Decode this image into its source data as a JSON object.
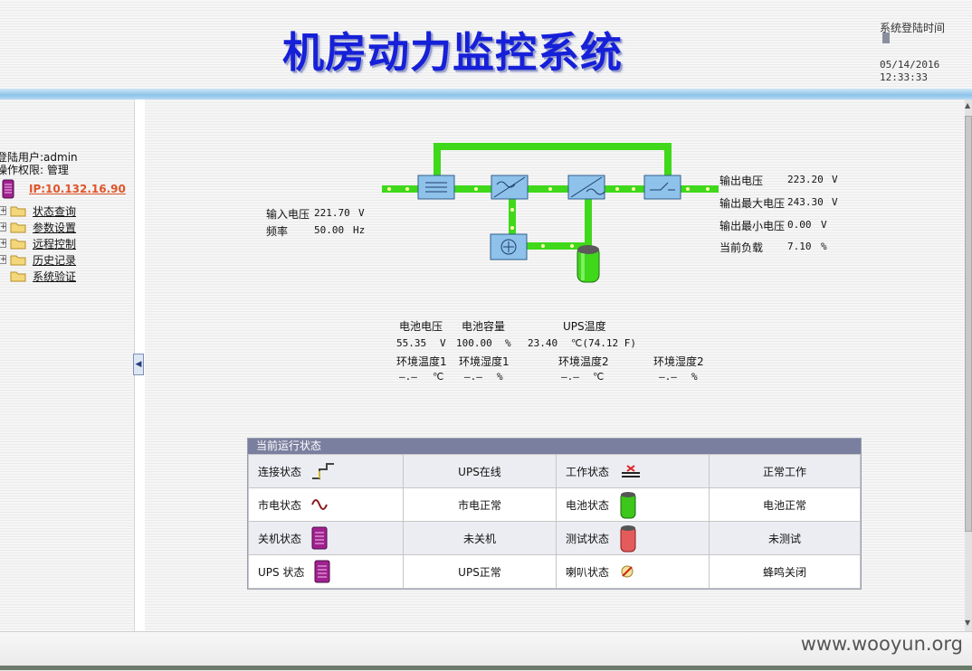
{
  "header": {
    "title": "机房动力监控系统",
    "login_time_label": "系统登陆时间",
    "date": "05/14/2016",
    "time": "12:33:33"
  },
  "sidebar": {
    "user_line": "登陆用户:admin",
    "perm_line": "操作权限: 管理",
    "ip": "IP:10.132.16.90",
    "tree": [
      {
        "label": "状态查询"
      },
      {
        "label": "参数设置"
      },
      {
        "label": "远程控制"
      },
      {
        "label": "历史记录"
      },
      {
        "label": "系统验证"
      }
    ]
  },
  "input": {
    "voltage_label": "输入电压",
    "voltage_value": "221.70",
    "voltage_unit": "V",
    "freq_label": "频率",
    "freq_value": "50.00",
    "freq_unit": "Hz"
  },
  "output": {
    "voltage_label": "输出电压",
    "voltage_value": "223.20",
    "voltage_unit": "V",
    "max_label": "输出最大电压",
    "max_value": "243.30",
    "max_unit": "V",
    "min_label": "输出最小电压",
    "min_value": "0.00",
    "min_unit": "V",
    "load_label": "当前负载",
    "load_value": "7.10",
    "load_unit": "%"
  },
  "battery": {
    "voltage_label": "电池电压",
    "capacity_label": "电池容量",
    "ups_temp_label": "UPS温度",
    "voltage_value": "55.35",
    "voltage_unit": "V",
    "capacity_value": "100.00",
    "capacity_unit": "%",
    "temp_value": "23.40",
    "temp_unit": "℃(74.12  F)"
  },
  "env": {
    "temp1_label": "环境温度1",
    "hum1_label": "环境湿度1",
    "temp2_label": "环境温度2",
    "hum2_label": "环境湿度2",
    "temp1_value": "—.—",
    "temp1_unit": "℃",
    "hum1_value": "—.—",
    "hum1_unit": "%",
    "temp2_value": "—.—",
    "temp2_unit": "℃",
    "hum2_value": "—.—",
    "hum2_unit": "%"
  },
  "status": {
    "title": "当前运行状态",
    "rows": [
      {
        "l_label": "连接状态",
        "l_value": "UPS在线",
        "r_label": "工作状态",
        "r_value": "正常工作"
      },
      {
        "l_label": "市电状态",
        "l_value": "市电正常",
        "r_label": "电池状态",
        "r_value": "电池正常"
      },
      {
        "l_label": "关机状态",
        "l_value": "未关机",
        "r_label": "测试状态",
        "r_value": "未测试"
      },
      {
        "l_label": "UPS 状态",
        "l_value": "UPS正常",
        "r_label": "喇叭状态",
        "r_value": "蜂鸣关闭"
      }
    ]
  },
  "watermark": "www.wooyun.org",
  "colors": {
    "title_blue": "#1620d8",
    "pipe_green": "#3fd81a",
    "ip_orange": "#e0542a",
    "status_header": "#7b7f9f"
  }
}
